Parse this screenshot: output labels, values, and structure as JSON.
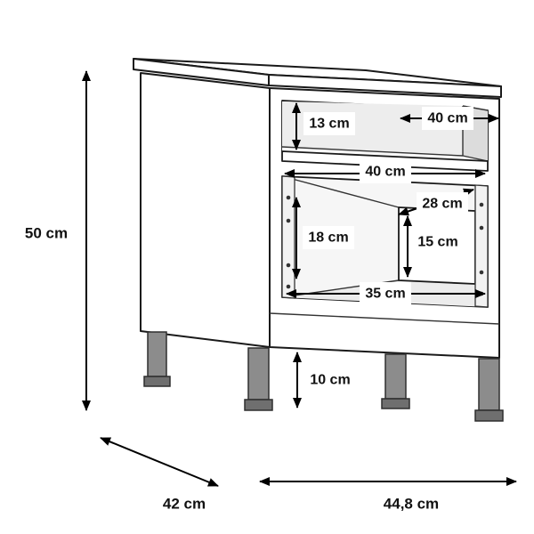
{
  "diagram": {
    "subject": "nightstand-dimension-drawing",
    "labels": {
      "overall_height": "50 cm",
      "niche_height": "13 cm",
      "niche_depth": "40 cm",
      "niche_width": "40 cm",
      "drawer_depth": "28 cm",
      "drawer_front_inner_height": "18 cm",
      "drawer_inner_height": "15 cm",
      "drawer_inner_width": "35 cm",
      "leg_height": "10 cm",
      "overall_depth": "42 cm",
      "overall_width": "44,8 cm"
    },
    "colors": {
      "line": "#1a1a1a",
      "leg_fill": "#8c8c8c",
      "background": "#ffffff"
    }
  }
}
